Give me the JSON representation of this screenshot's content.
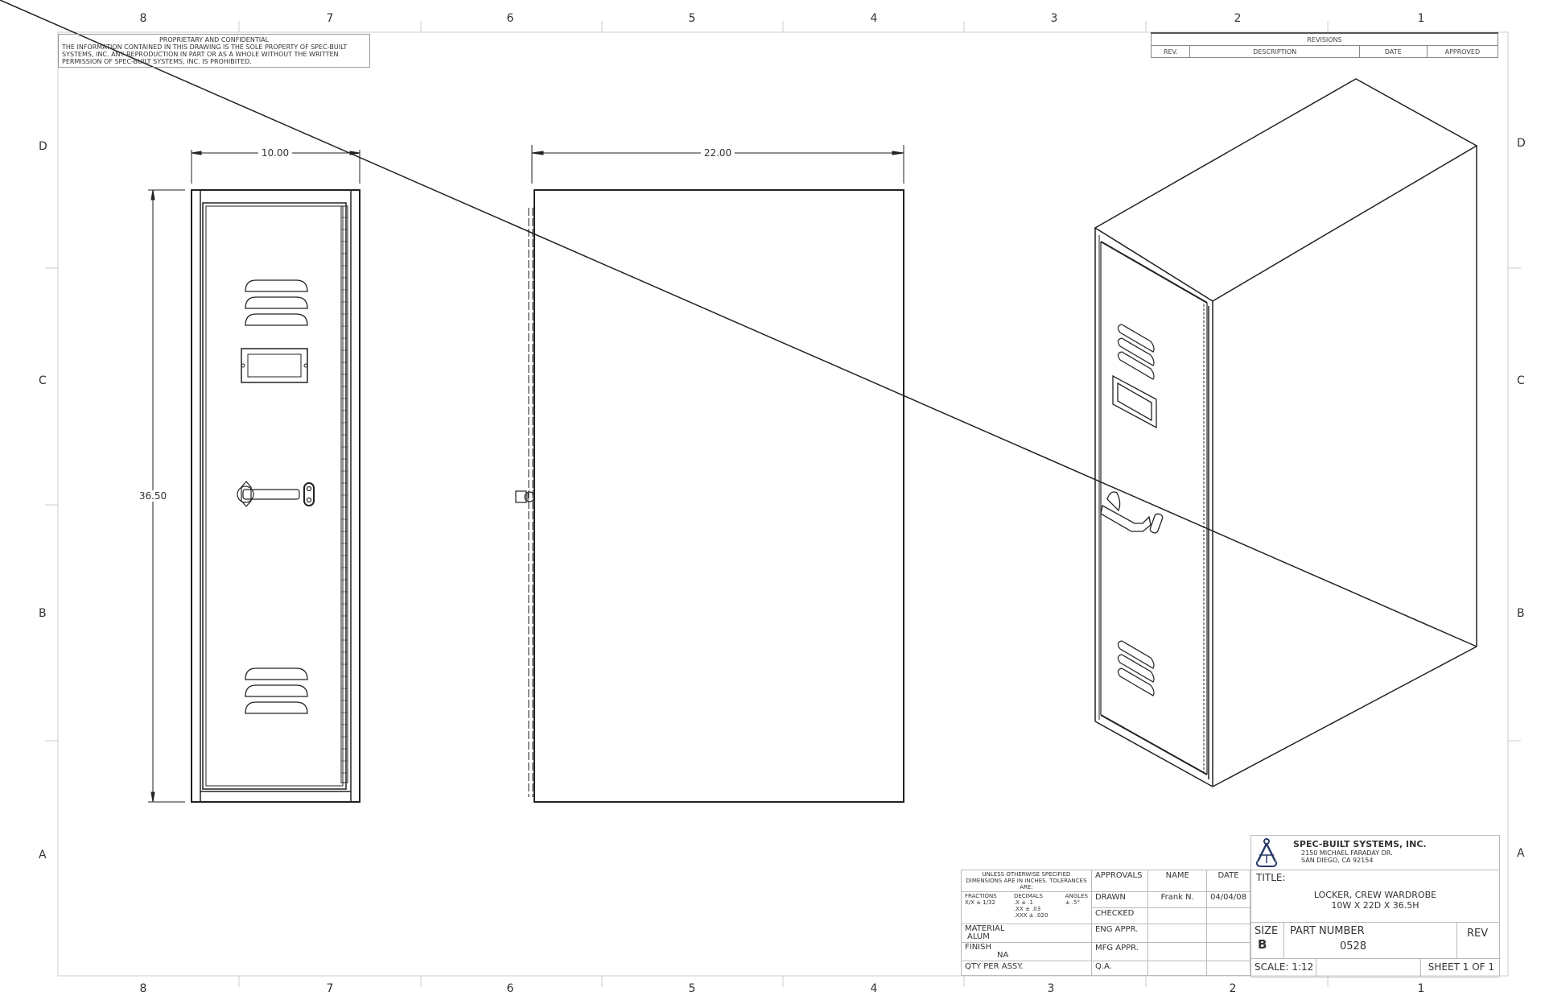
{
  "border": {
    "top_zones": [
      "8",
      "7",
      "6",
      "5",
      "4",
      "3",
      "2",
      "1"
    ],
    "bottom_zones": [
      "8",
      "7",
      "6",
      "5",
      "4",
      "3",
      "2",
      "1"
    ],
    "left_zones": [
      "D",
      "C",
      "B",
      "A"
    ],
    "right_zones": [
      "D",
      "C",
      "B",
      "A"
    ]
  },
  "proprietary_note": {
    "heading": "PROPRIETARY AND CONFIDENTIAL",
    "body": "THE INFORMATION CONTAINED IN THIS DRAWING IS THE SOLE PROPERTY OF SPEC-BUILT SYSTEMS, INC.  ANY REPRODUCTION IN PART OR AS A WHOLE WITHOUT THE WRITTEN PERMISSION OF SPEC-BUILT SYSTEMS, INC. IS PROHIBITED."
  },
  "revisions": {
    "title": "REVISIONS",
    "columns": [
      "REV.",
      "DESCRIPTION",
      "DATE",
      "APPROVED"
    ]
  },
  "dimensions": {
    "front_width": "10.00",
    "front_height": "36.50",
    "side_depth": "22.00"
  },
  "title_block": {
    "tolerance_header": "UNLESS OTHERWISE SPECIFIED DIMENSIONS ARE IN INCHES.   TOLERANCES ARE:",
    "fractions_label": "FRACTIONS",
    "fractions_value": "X/X ± 1/32",
    "decimals_label": "DECIMALS",
    "decimals_values": [
      ".X    ± .1",
      ".XX   ± .03",
      ".XXX ± .020"
    ],
    "angles_label": "ANGLES",
    "angles_value": "± .5°",
    "material_label": "MATERIAL",
    "material_value": "ALUM",
    "finish_label": "FINISH",
    "finish_value": "NA",
    "qty_label": "QTY PER ASSY.",
    "approvals": {
      "header": [
        "APPROVALS",
        "NAME",
        "DATE"
      ],
      "rows": [
        {
          "role": "DRAWN",
          "name": "Frank N.",
          "date": "04/04/08"
        },
        {
          "role": "CHECKED",
          "name": "",
          "date": ""
        },
        {
          "role": "ENG APPR.",
          "name": "",
          "date": ""
        },
        {
          "role": "MFG APPR.",
          "name": "",
          "date": ""
        },
        {
          "role": "Q.A.",
          "name": "",
          "date": ""
        }
      ]
    },
    "company": {
      "name": "SPEC-BUILT SYSTEMS, INC.",
      "address1": "2150 MICHAEL FARADAY DR.",
      "address2": "SAN DIEGO, CA 92154",
      "logo_color": "#2a3a6a"
    },
    "title_label": "TITLE:",
    "title_line1": "LOCKER, CREW WARDROBE",
    "title_line2": "10W X 22D X 36.5H",
    "size_label": "SIZE",
    "size_value": "B",
    "part_number_label": "PART NUMBER",
    "part_number_value": "0528",
    "rev_label": "REV",
    "scale": "SCALE: 1:12",
    "sheet": "SHEET 1 OF 1"
  }
}
